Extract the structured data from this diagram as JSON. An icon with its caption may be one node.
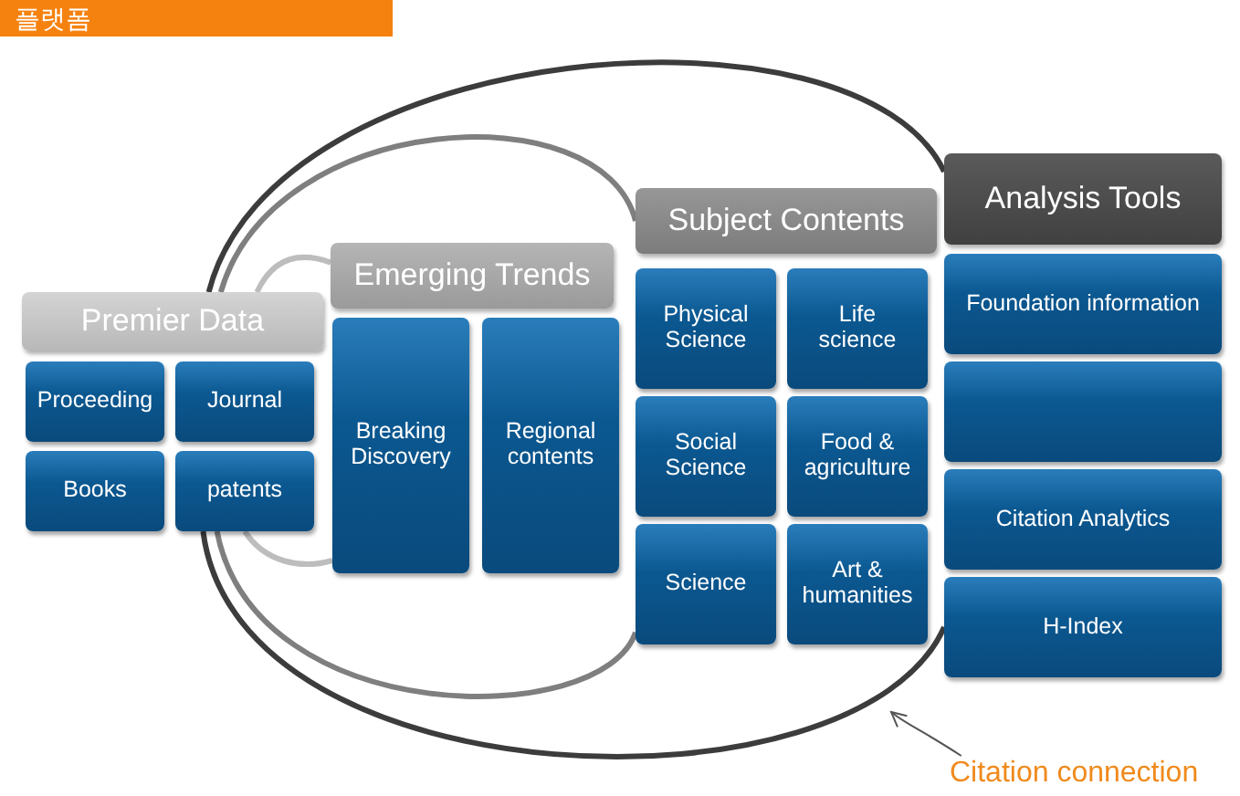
{
  "diagram": {
    "nodes": [
      {
        "text": [
          "Premier Data"
        ]
      },
      {
        "text": [
          "Proceeding"
        ]
      },
      {
        "text": [
          "Journal"
        ]
      },
      {
        "text": [
          "Books"
        ]
      },
      {
        "text": [
          "patents"
        ]
      },
      {
        "text": [
          "Emerging Trends"
        ]
      },
      {
        "text": [
          "Breaking Discovery"
        ]
      },
      {
        "text": [
          "Regional contents"
        ]
      },
      {
        "text": [
          "Subject Contents"
        ]
      },
      {
        "text": [
          "Physical Science"
        ]
      },
      {
        "text": [
          "Life science"
        ]
      },
      {
        "text": [
          "Social Science"
        ]
      },
      {
        "text": [
          "Food & agriculture"
        ]
      },
      {
        "text": [
          "Science"
        ]
      },
      {
        "text": [
          "Art & humanities"
        ]
      },
      {
        "text": [
          "Analysis Tools"
        ]
      },
      {
        "text": [
          "Foundation information"
        ]
      },
      {
        "text": [],
        "shape": "box"
      },
      {
        "text": [
          "Citation Analytics"
        ]
      },
      {
        "text": [
          "H-Index"
        ]
      },
      {
        "text": [
          "Citation connection"
        ]
      }
    ],
    "edges": [
      {
        "from": 0,
        "to": 15,
        "arrow": "none",
        "color": "#3c3c3c"
      },
      {
        "from": 0,
        "to": 8,
        "arrow": "none",
        "color": "#7f7f7f"
      },
      {
        "from": 0,
        "to": 5,
        "arrow": "none",
        "color": "#bdbdbd"
      },
      {
        "from": 4,
        "to": 19,
        "arrow": "none",
        "color": "#3c3c3c"
      },
      {
        "from": 4,
        "to": 13,
        "arrow": "none",
        "color": "#7f7f7f"
      },
      {
        "from": 4,
        "to": 6,
        "arrow": "none",
        "color": "#bdbdbd"
      },
      {
        "from": 20,
        "to": null,
        "arrow": "to"
      }
    ],
    "labels": [
      "플랫폼"
    ]
  }
}
